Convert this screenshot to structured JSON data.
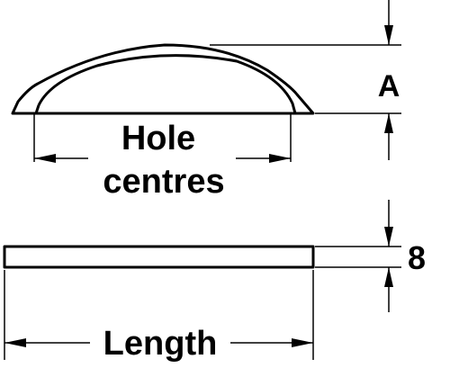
{
  "labels": {
    "hole_centres_line1": "Hole",
    "hole_centres_line2": "centres",
    "dimension_a": "A",
    "thickness": "8",
    "length": "Length"
  },
  "colors": {
    "line": "#000000",
    "background": "#ffffff"
  }
}
